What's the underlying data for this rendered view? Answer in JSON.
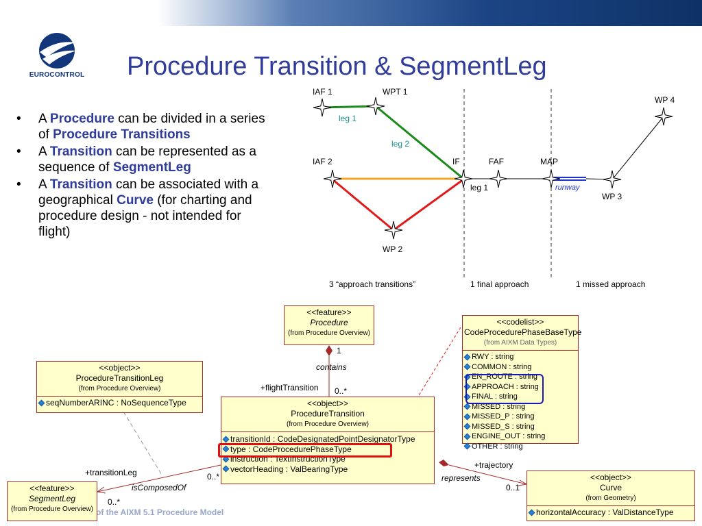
{
  "header": {
    "logo_text": "EUROCONTROL",
    "title": "Procedure Transition & SegmentLeg"
  },
  "bullets": [
    {
      "parts": [
        {
          "t": "A ",
          "hl": false
        },
        {
          "t": "Procedure",
          "hl": true
        },
        {
          "t": " can be divided in a series of ",
          "hl": false
        },
        {
          "t": "Procedure Transitions",
          "hl": true
        }
      ]
    },
    {
      "parts": [
        {
          "t": "A ",
          "hl": false
        },
        {
          "t": "Transition",
          "hl": true
        },
        {
          "t": " can be represented as a sequence of ",
          "hl": false
        },
        {
          "t": "SegmentLeg",
          "hl": true
        }
      ]
    },
    {
      "parts": [
        {
          "t": "A ",
          "hl": false
        },
        {
          "t": "Transition",
          "hl": true
        },
        {
          "t": " can be associated with a geographical ",
          "hl": false
        },
        {
          "t": "Curve",
          "hl": true
        },
        {
          "t": " (for charting and procedure design - not intended for flight)",
          "hl": false
        }
      ]
    }
  ],
  "bullet_symbol": "•",
  "route": {
    "labels": {
      "iaf1": "IAF 1",
      "wpt1": "WPT 1",
      "wp4": "WP 4",
      "iaf2": "IAF 2",
      "if": "IF",
      "faf": "FAF",
      "map": "MAP",
      "wp3": "WP 3",
      "wp2": "WP 2",
      "leg1_top": "leg 1",
      "leg2": "leg 2",
      "leg1_final": "leg 1",
      "runway": "runway"
    },
    "sections": {
      "approach": "3 “approach transitions”",
      "final": "1 final approach",
      "missed": "1 missed approach"
    },
    "colors": {
      "green": "#1a8a1a",
      "orange": "#f5a623",
      "red": "#e01a1a",
      "runway": "#2233cc"
    }
  },
  "uml": {
    "procedure": {
      "stereotype": "<<feature>>",
      "name": "Procedure",
      "from": "(from Procedure Overview)"
    },
    "transition_leg": {
      "stereotype": "<<object>>",
      "name": "ProcedureTransitionLeg",
      "from": "(from Procedure Overview)",
      "attrs": [
        "seqNumberARINC : NoSequenceType"
      ]
    },
    "codelist": {
      "stereotype": "<<codelist>>",
      "name": "CodeProcedurePhaseBaseType",
      "from": "(from AIXM Data Types)",
      "attrs": [
        "RWY : string",
        "COMMON : string",
        "EN_ROUTE : string",
        "APPROACH : string",
        "FINAL : string",
        "MISSED : string",
        "MISSED_P : string",
        "MISSED_S : string",
        "ENGINE_OUT : string",
        "OTHER : string"
      ]
    },
    "transition": {
      "stereotype": "<<object>>",
      "name": "ProcedureTransition",
      "from": "(from Procedure Overview)",
      "attrs": [
        "transitionId : CodeDesignatedPointDesignatorType",
        "type : CodeProcedurePhaseType",
        "instruction : TextInstructionType",
        "vectorHeading : ValBearingType"
      ]
    },
    "segment_leg": {
      "stereotype": "<<feature>>",
      "name": "SegmentLeg",
      "from": "(from Procedure Overview)"
    },
    "curve": {
      "stereotype": "<<object>>",
      "name": "Curve",
      "from": "(from Geometry)",
      "attrs": [
        "horizontalAccuracy : ValDistanceType"
      ]
    },
    "assoc": {
      "one": "1",
      "contains": "contains",
      "flight_transition": "+flightTransition",
      "many_top": "0..*",
      "transition_leg_role": "+transitionLeg",
      "many_left": "0..*",
      "is_composed_of": "isComposedOf",
      "many_bottom": "0..*",
      "trajectory": "+trajectory",
      "represents": "represents",
      "zero_one": "0..1"
    }
  },
  "footer": "of the AIXM 5.1 Procedure Model"
}
